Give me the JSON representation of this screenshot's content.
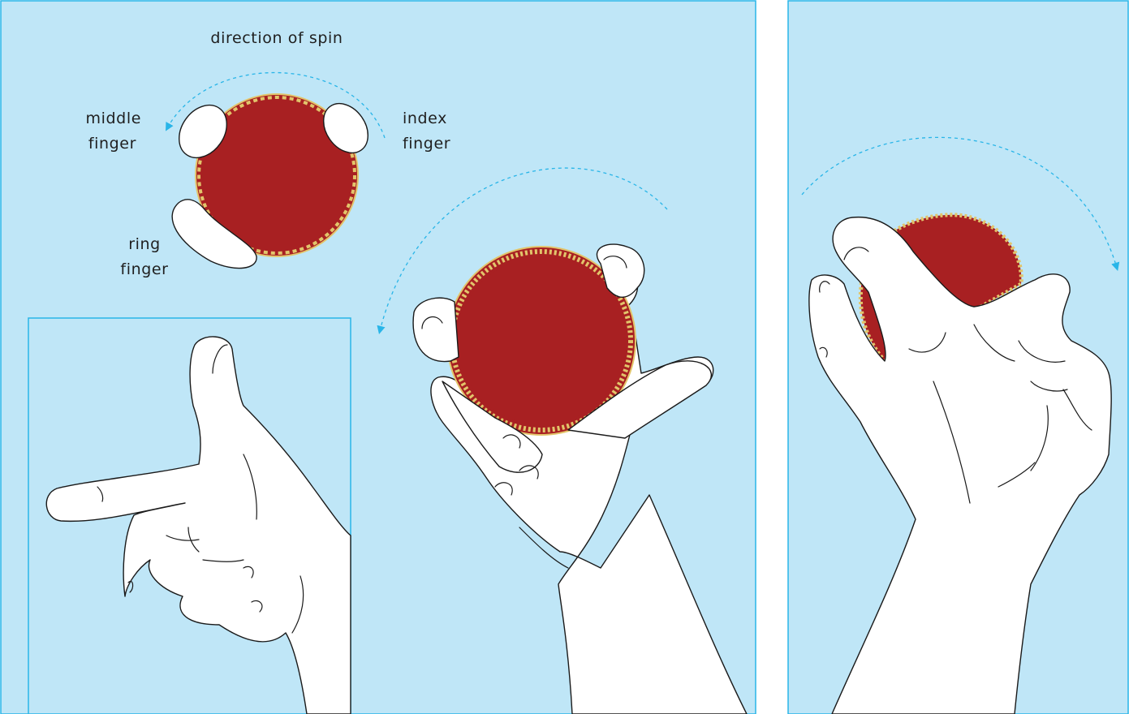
{
  "labels": {
    "direction_of_spin": "direction of spin",
    "middle_finger_1": "middle",
    "middle_finger_2": "finger",
    "index_finger_1": "index",
    "index_finger_2": "finger",
    "ring_finger_1": "ring",
    "ring_finger_2": "finger"
  },
  "colors": {
    "panel_fill": "#bfe6f7",
    "panel_border": "#29b5e8",
    "ball": "#a82022",
    "seam": "#e2c56b",
    "arrow": "#29b5e8",
    "outline": "#1a1a1a"
  },
  "icons": {
    "spin_arrow": "dashed-curved-arrow",
    "ball": "cricket-ball"
  }
}
